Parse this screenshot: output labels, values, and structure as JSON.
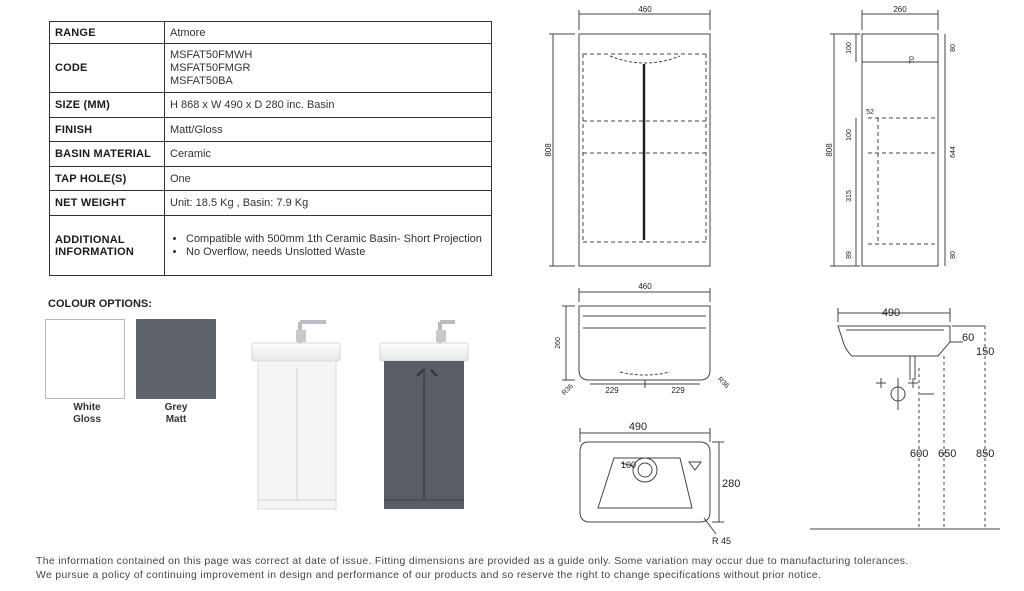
{
  "spec": {
    "range": {
      "label": "RANGE",
      "value": "Atmore"
    },
    "code": {
      "label": "CODE",
      "values": [
        "MSFAT50FMWH",
        "MSFAT50FMGR",
        "MSFAT50BA"
      ]
    },
    "size": {
      "label": "SIZE (MM)",
      "value": "H 868 x W 490 x D 280 inc. Basin"
    },
    "finish": {
      "label": "FINISH",
      "value": "Matt/Gloss"
    },
    "basin_material": {
      "label": "BASIN MATERIAL",
      "value": "Ceramic"
    },
    "tap_holes": {
      "label": "TAP HOLE(S)",
      "value": "One"
    },
    "net_weight": {
      "label": "NET WEIGHT",
      "value": "Unit: 18.5 Kg , Basin: 7.9 Kg"
    },
    "additional": {
      "label_line1": "ADDITIONAL",
      "label_line2": "INFORMATION",
      "items": [
        "Compatible with 500mm 1th Ceramic Basin- Short Projection",
        "No Overflow, needs Unslotted Waste"
      ]
    }
  },
  "colour_options": {
    "title": "COLOUR OPTIONS:",
    "options": [
      {
        "line1": "White",
        "line2": "Gloss",
        "color": "#ffffff"
      },
      {
        "line1": "Grey",
        "line2": "Matt",
        "color": "#5e6369"
      }
    ]
  },
  "drawings": {
    "front": {
      "width": "460",
      "height": "808"
    },
    "side": {
      "depth": "260",
      "height": "808",
      "d100_top": "100",
      "d80_top": "80",
      "d70": "70",
      "d52": "52",
      "d100_mid": "100",
      "d644": "644",
      "d315": "315",
      "d89": "89",
      "d80_bottom": "80"
    },
    "plan": {
      "width": "460",
      "depth": "260",
      "r_left": "R36",
      "r_right": "R36",
      "half_left": "229",
      "half_right": "229"
    },
    "basin_side": {
      "width": "490",
      "d60": "60",
      "d150": "150",
      "d600": "600",
      "d650": "650",
      "d850": "850"
    },
    "basin_top": {
      "width": "490",
      "depth": "280",
      "hole": "100",
      "radius": "R 45"
    }
  },
  "footer": {
    "line1": "The information contained on this page was correct at date of issue. Fitting dimensions are provided as a guide only. Some variation may occur due to manufacturing tolerances.",
    "line2": "We pursue a policy of continuing improvement in design and performance of our products and so reserve the right to change specifications without prior notice."
  }
}
